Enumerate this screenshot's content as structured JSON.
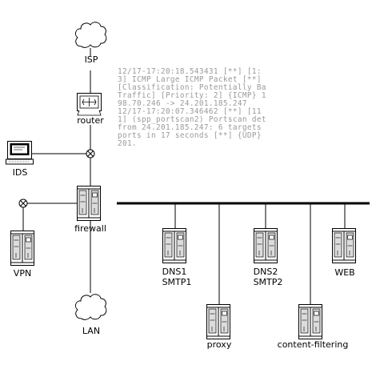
{
  "labels": {
    "isp": "ISP",
    "router": "router",
    "ids": "IDS",
    "firewall": "firewall",
    "vpn": "VPN",
    "lan": "LAN",
    "dns1_a": "DNS1",
    "dns1_b": "SMTP1",
    "dns2_a": "DNS2",
    "dns2_b": "SMTP2",
    "web": "WEB",
    "proxy": "proxy",
    "content_filtering": "content-filtering"
  },
  "log_lines": [
    "12/17-17:20:18.543431  [**] [1:",
    "3] ICMP Large ICMP Packet [**]",
    "[Classification: Potentially Ba",
    "Traffic] [Priority: 2] {ICMP} 1",
    "98.70.246 -> 24.201.185.247",
    "12/17-17:20:07.346462  [**] [11",
    "1] (spp_portscan2) Portscan det",
    "from 24.201.185.247: 6 targets",
    "ports in 17 seconds [**] {UDP}",
    "201."
  ]
}
